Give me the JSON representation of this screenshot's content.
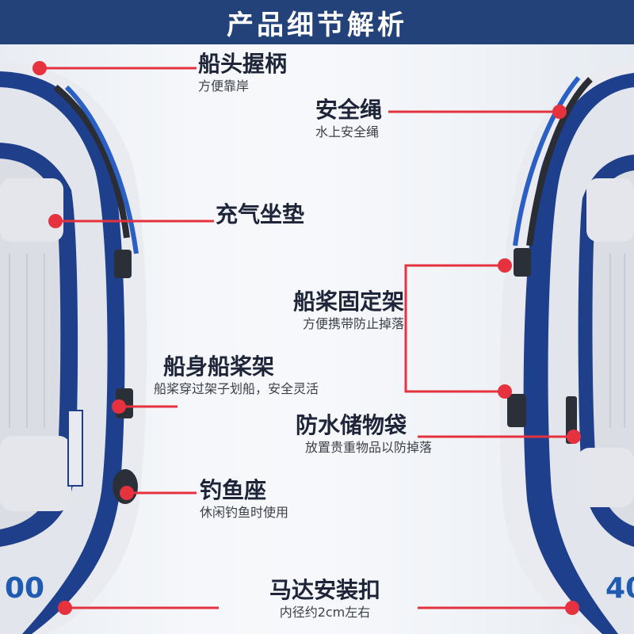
{
  "header": {
    "title": "产品细节解析"
  },
  "callouts": [
    {
      "id": "bow-handle",
      "title": "船头握柄",
      "subtitle": "方便靠岸"
    },
    {
      "id": "safety-rope",
      "title": "安全绳",
      "subtitle": "水上安全绳"
    },
    {
      "id": "inflatable-seat",
      "title": "充气坐垫",
      "subtitle": ""
    },
    {
      "id": "oar-mount",
      "title": "船桨固定架",
      "subtitle": "方便携带防止掉落"
    },
    {
      "id": "hull-oar-rack",
      "title": "船身船桨架",
      "subtitle": "船桨穿过架子划船，安全灵活"
    },
    {
      "id": "waterproof-bag",
      "title": "防水储物袋",
      "subtitle": "放置贵重物品以防掉落"
    },
    {
      "id": "fishing-seat",
      "title": "钓鱼座",
      "subtitle": "休闲钓鱼时使用"
    },
    {
      "id": "motor-mount",
      "title": "马达安装扣",
      "subtitle": "内径约2cm左右"
    }
  ],
  "boat_labels": {
    "left": "00",
    "right": "40"
  },
  "colors": {
    "header": "#24427a",
    "accent": "#e5323e",
    "hull_blue": "#1e3f8c",
    "hull_white": "#eef0f4"
  }
}
